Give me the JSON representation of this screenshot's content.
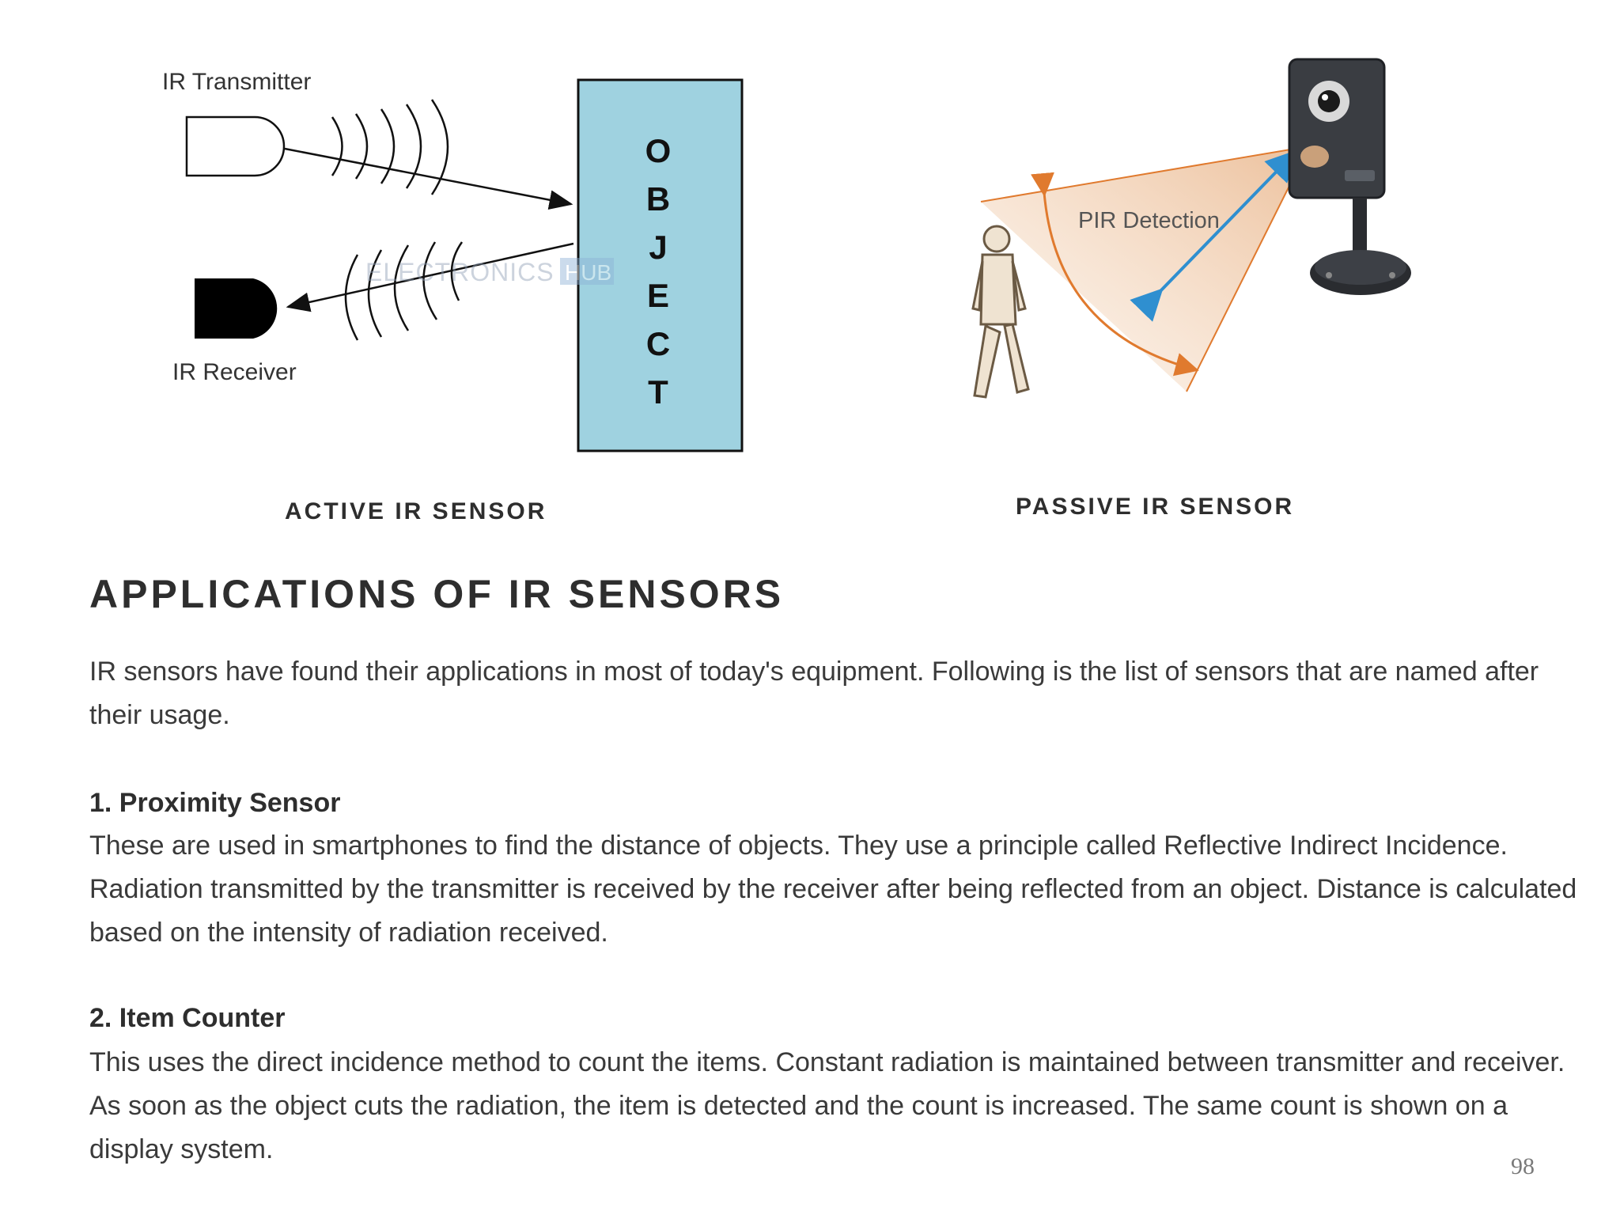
{
  "active_diagram": {
    "transmitter_label": "IR Transmitter",
    "receiver_label": "IR Receiver",
    "object_letters": [
      "O",
      "B",
      "J",
      "E",
      "C",
      "T"
    ],
    "watermark": "ELECTRONICS HUB",
    "caption": "ACTIVE IR SENSOR"
  },
  "passive_diagram": {
    "detection_label": "PIR Detection",
    "caption": "PASSIVE IR SENSOR"
  },
  "section": {
    "heading": "APPLICATIONS OF IR SENSORS",
    "intro": "IR sensors have found their applications in most of today's equipment. Following is the list of sensors that are named after their usage.",
    "items": [
      {
        "title": "1. Proximity Sensor",
        "body": "These are used in smartphones to find the distance of objects. They use a principle called Reflective Indirect Incidence. Radiation transmitted by the transmitter is received by the receiver after being reflected from an object. Distance is calculated based on the intensity of radiation received."
      },
      {
        "title": "2. Item Counter",
        "body": "This uses the direct incidence method to count the items. Constant radiation is maintained between transmitter and receiver. As soon as the object cuts the radiation, the item is detected and the count is increased. The same count is shown on a display system."
      }
    ]
  },
  "page_number": "98",
  "colors": {
    "object_fill": "#9fd2e0",
    "beam_orange": "#e07a2e",
    "arrow_blue": "#2f8fd0"
  }
}
